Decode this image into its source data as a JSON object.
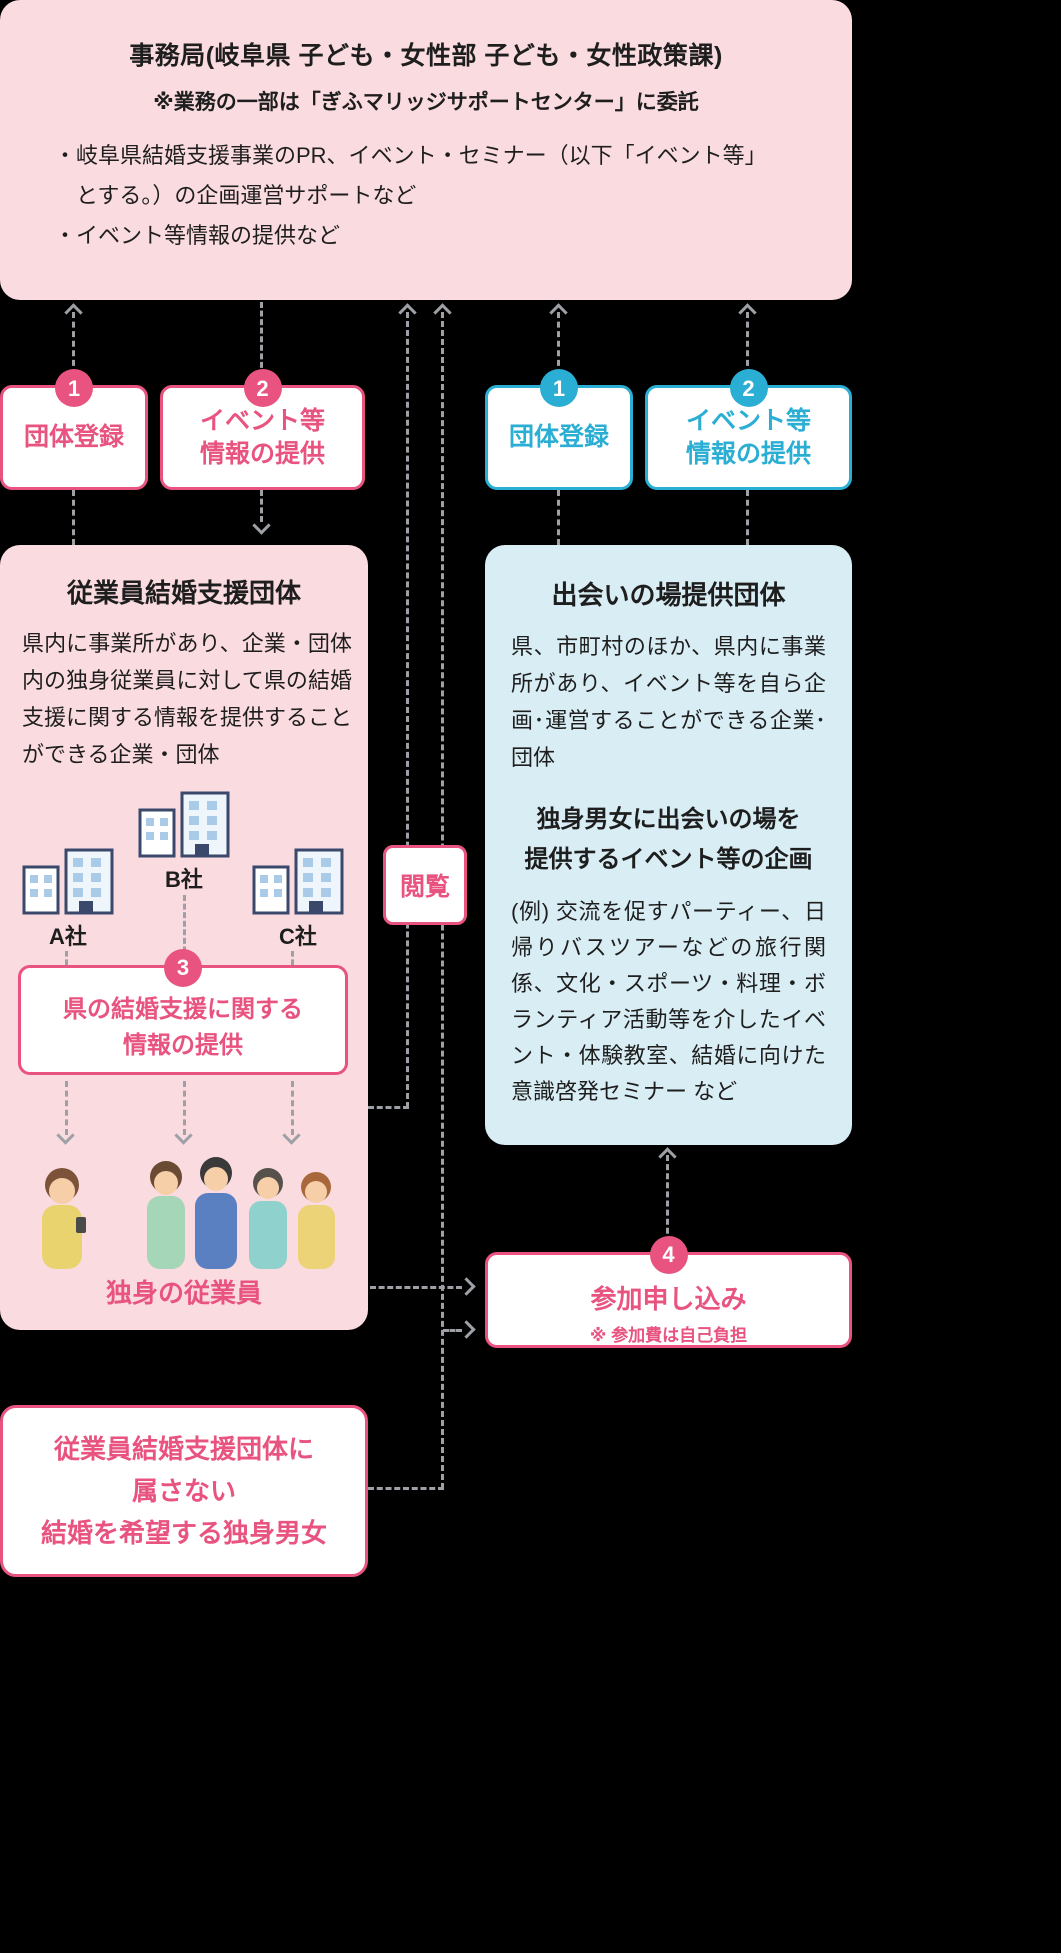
{
  "colors": {
    "background": "#000000",
    "pink_panel": "#fadbe0",
    "blue_panel": "#d9edf4",
    "accent_pink": "#e8537f",
    "accent_cyan": "#2aaed3",
    "arrow_gray": "#9da1a6",
    "text_dark": "#1e1e1e"
  },
  "secretariat": {
    "title": "事務局(岐阜県 子ども・女性部 子ども・女性政策課)",
    "note": "※業務の一部は「ぎふマリッジサポートセンター」に委託",
    "duties": [
      "・岐阜県結婚支援事業のPR、イベント・セミナー（以下「イベント等」",
      "　とする。）の企画運営サポートなど",
      "・イベント等情報の提供など"
    ]
  },
  "employer_steps": [
    {
      "num": "1",
      "lines": [
        "団体登録"
      ]
    },
    {
      "num": "2",
      "lines": [
        "イベント等",
        "情報の提供"
      ]
    }
  ],
  "provider_steps": [
    {
      "num": "1",
      "lines": [
        "団体登録"
      ]
    },
    {
      "num": "2",
      "lines": [
        "イベント等",
        "情報の提供"
      ]
    }
  ],
  "employer_group": {
    "title": "従業員結婚支援団体",
    "description": "県内に事業所があり、企業・団体内の独身従業員に対して県の結婚支援に関する情報を提供することができる企業・団体",
    "companies": [
      "A社",
      "B社",
      "C社"
    ],
    "info_step": {
      "num": "3",
      "lines": [
        "県の結婚支援に関する",
        "情報の提供"
      ]
    },
    "employees_label": "独身の従業員"
  },
  "view_label": "閲覧",
  "provider_group": {
    "title": "出会いの場提供団体",
    "description": "県、市町村のほか、県内に事業所があり、イベント等を自ら企画･運営することができる企業･団体",
    "highlight": [
      "独身男女に出会いの場を",
      "提供するイベント等の企画"
    ],
    "examples": "(例) 交流を促すパーティー、日帰りバスツアーなどの旅行関係、文化・スポーツ・料理・ボランティア活動等を介したイベント・体験教室、結婚に向けた意識啓発セミナー など"
  },
  "apply_step": {
    "num": "4",
    "label": "参加申し込み",
    "note": "※ 参加費は自己負担"
  },
  "non_member": {
    "lines": [
      "従業員結婚支援団体に",
      "属さない",
      "結婚を希望する独身男女"
    ]
  }
}
